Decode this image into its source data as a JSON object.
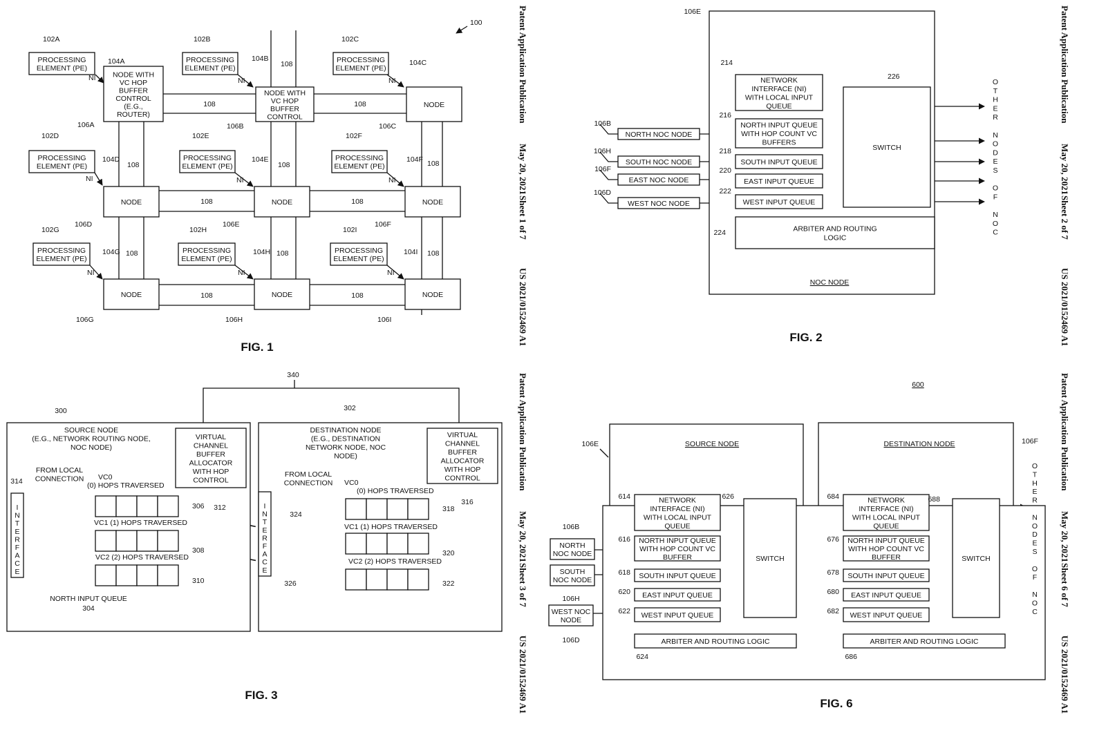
{
  "sheets": [
    {
      "pub": "Patent Application Publication",
      "date": "May 20, 2021",
      "sheet": "Sheet 1 of 7",
      "number": "US 2021/0152469 A1"
    },
    {
      "pub": "Patent Application Publication",
      "date": "May 20, 2021",
      "sheet": "Sheet 2 of 7",
      "number": "US 2021/0152469 A1"
    },
    {
      "pub": "Patent Application Publication",
      "date": "May 20, 2021",
      "sheet": "Sheet 3 of 7",
      "number": "US 2021/0152469 A1"
    },
    {
      "pub": "Patent Application Publication",
      "date": "May 20, 2021",
      "sheet": "Sheet 6 of 7",
      "number": "US 2021/0152469 A1"
    }
  ],
  "fig1": {
    "caption": "FIG. 1",
    "ref": "100",
    "pe": [
      {
        "label": [
          "PROCESSING",
          "ELEMENT (PE)"
        ],
        "ref": "102A",
        "ni": "104A"
      },
      {
        "label": [
          "PROCESSING",
          "ELEMENT (PE)"
        ],
        "ref": "102B",
        "ni": "104B"
      },
      {
        "label": [
          "PROCESSING",
          "ELEMENT (PE)"
        ],
        "ref": "102C",
        "ni": "104C"
      },
      {
        "label": [
          "PROCESSING",
          "ELEMENT (PE)"
        ],
        "ref": "102D",
        "ni": "104D"
      },
      {
        "label": [
          "PROCESSING",
          "ELEMENT (PE)"
        ],
        "ref": "102E",
        "ni": "104E"
      },
      {
        "label": [
          "PROCESSING",
          "ELEMENT (PE)"
        ],
        "ref": "102F",
        "ni": "104F"
      },
      {
        "label": [
          "PROCESSING",
          "ELEMENT (PE)"
        ],
        "ref": "102G",
        "ni": "104G"
      },
      {
        "label": [
          "PROCESSING",
          "ELEMENT (PE)"
        ],
        "ref": "102H",
        "ni": "104H"
      },
      {
        "label": [
          "PROCESSING",
          "ELEMENT (PE)"
        ],
        "ref": "102I",
        "ni": "104I"
      }
    ],
    "nodes": [
      {
        "label": [
          "NODE WITH",
          "VC HOP",
          "BUFFER",
          "CONTROL",
          "(E.G.,",
          "ROUTER)"
        ],
        "ref": "106A"
      },
      {
        "label": [
          "NODE WITH",
          "VC HOP",
          "BUFFER",
          "CONTROL"
        ],
        "ref": "106B"
      },
      {
        "label": [
          "NODE"
        ],
        "ref": "106C"
      },
      {
        "label": [
          "NODE"
        ],
        "ref": "106D"
      },
      {
        "label": [
          "NODE"
        ],
        "ref": "106E"
      },
      {
        "label": [
          "NODE"
        ],
        "ref": "106F"
      },
      {
        "label": [
          "NODE"
        ],
        "ref": "106G"
      },
      {
        "label": [
          "NODE"
        ],
        "ref": "106H"
      },
      {
        "label": [
          "NODE"
        ],
        "ref": "106I"
      }
    ],
    "ni": "NI",
    "link": "108"
  },
  "fig2": {
    "caption": "FIG. 2",
    "node_ref": "106E",
    "node_title": "NOC NODE",
    "ni": {
      "label": [
        "NETWORK",
        "INTERFACE (NI)",
        "WITH LOCAL INPUT",
        "QUEUE"
      ],
      "ref": "214"
    },
    "queues": [
      {
        "label": [
          "NORTH INPUT QUEUE",
          "WITH HOP COUNT VC",
          "BUFFERS"
        ],
        "ref": "216"
      },
      {
        "label": [
          "SOUTH INPUT QUEUE"
        ],
        "ref": "218"
      },
      {
        "label": [
          "EAST INPUT QUEUE"
        ],
        "ref": "220"
      },
      {
        "label": [
          "WEST INPUT QUEUE"
        ],
        "ref": "222"
      }
    ],
    "arbiter": {
      "label": [
        "ARBITER AND ROUTING",
        "LOGIC"
      ],
      "ref": "224"
    },
    "switch": {
      "label": "SWITCH",
      "ref": "226"
    },
    "inputs": [
      {
        "label": "NORTH NOC NODE",
        "ref": "106B"
      },
      {
        "label": "SOUTH NOC NODE",
        "ref": "106H"
      },
      {
        "label": "EAST NOC NODE",
        "ref": "106F"
      },
      {
        "label": "WEST NOC NODE",
        "ref": "106D"
      }
    ],
    "other": [
      "O",
      "T",
      "H",
      "E",
      "R",
      "",
      "N",
      "O",
      "D",
      "E",
      "S",
      "",
      "O",
      "F",
      "",
      "N",
      "O",
      "C"
    ]
  },
  "fig3": {
    "caption": "FIG. 3",
    "ref_340": "340",
    "source": {
      "ref": "300",
      "label": [
        "SOURCE NODE",
        "(E.G., NETWORK ROUTING NODE,",
        "NOC NODE)"
      ]
    },
    "dest": {
      "ref": "302",
      "label": [
        "DESTINATION NODE",
        "(E.G., DESTINATION",
        "NETWORK NODE, NOC",
        "NODE)"
      ]
    },
    "alloc_src": {
      "label": [
        "VIRTUAL",
        "CHANNEL",
        "BUFFER",
        "ALLOCATOR",
        "WITH HOP",
        "CONTROL"
      ],
      "ref": "312"
    },
    "alloc_dst": {
      "label": [
        "VIRTUAL",
        "CHANNEL",
        "BUFFER",
        "ALLOCATOR",
        "WITH HOP",
        "CONTROL"
      ],
      "ref": "316"
    },
    "interface": [
      "I",
      "N",
      "T",
      "E",
      "R",
      "F",
      "A",
      "C",
      "E"
    ],
    "iface_ref": "314",
    "from_local": [
      "FROM LOCAL",
      "CONNECTION"
    ],
    "src_vc": [
      {
        "vc": "VC0",
        "text": "(0) HOPS TRAVERSED",
        "ref": "306"
      },
      {
        "vc": "VC1",
        "text": "(1) HOPS TRAVERSED",
        "ref": "308"
      },
      {
        "vc": "VC2",
        "text": "(2) HOPS TRAVERSED",
        "ref": "310"
      }
    ],
    "dst_vc": [
      {
        "vc": "VC0",
        "text": "(0) HOPS TRAVERSED",
        "ref": "318"
      },
      {
        "vc": "VC1",
        "text": "(1) HOPS TRAVERSED",
        "ref": "320"
      },
      {
        "vc": "VC2",
        "text": "(2) HOPS TRAVERSED",
        "ref": "322"
      }
    ],
    "north_queue": "NORTH INPUT QUEUE",
    "north_ref": "304",
    "ref_324": "324",
    "ref_326": "326"
  },
  "fig6": {
    "caption": "FIG. 6",
    "ref": "600",
    "src_title": "SOURCE NODE",
    "dst_title": "DESTINATION NODE",
    "src_ref": "106E",
    "dst_ref": "106F",
    "src": {
      "ni": {
        "label": [
          "NETWORK",
          "INTERFACE (NI)",
          "WITH LOCAL INPUT",
          "QUEUE"
        ],
        "ref": "614"
      },
      "queues": [
        {
          "label": [
            "NORTH INPUT QUEUE",
            "WITH HOP COUNT VC",
            "BUFFER"
          ],
          "ref": "616"
        },
        {
          "label": [
            "SOUTH INPUT QUEUE"
          ],
          "ref": "618"
        },
        {
          "label": [
            "EAST INPUT QUEUE"
          ],
          "ref": "620"
        },
        {
          "label": [
            "WEST INPUT QUEUE"
          ],
          "ref": "622"
        }
      ],
      "arbiter": {
        "label": "ARBITER AND ROUTING LOGIC",
        "ref": "624"
      },
      "switch": {
        "label": "SWITCH",
        "ref": "626"
      }
    },
    "dst": {
      "ni": {
        "label": [
          "NETWORK",
          "INTERFACE (NI)",
          "WITH LOCAL INPUT",
          "QUEUE"
        ],
        "ref": "684"
      },
      "queues": [
        {
          "label": [
            "NORTH INPUT QUEUE",
            "WITH HOP COUNT VC",
            "BUFFER"
          ],
          "ref": "676"
        },
        {
          "label": [
            "SOUTH INPUT QUEUE"
          ],
          "ref": "678"
        },
        {
          "label": [
            "EAST INPUT QUEUE"
          ],
          "ref": "680"
        },
        {
          "label": [
            "WEST INPUT QUEUE"
          ],
          "ref": "682"
        }
      ],
      "arbiter": {
        "label": "ARBITER AND ROUTING LOGIC",
        "ref": "686"
      },
      "switch": {
        "label": "SWITCH",
        "ref": "688"
      }
    },
    "inputs": [
      {
        "label": [
          "NORTH",
          "NOC NODE"
        ],
        "ref": "106B"
      },
      {
        "label": [
          "SOUTH",
          "NOC NODE"
        ],
        "ref": "106H"
      },
      {
        "label": [
          "WEST NOC",
          "NODE"
        ],
        "ref": "106D"
      }
    ],
    "other": [
      "O",
      "T",
      "H",
      "E",
      "R",
      "",
      "N",
      "O",
      "D",
      "E",
      "S",
      "",
      "O",
      "F",
      "",
      "N",
      "O",
      "C"
    ]
  }
}
